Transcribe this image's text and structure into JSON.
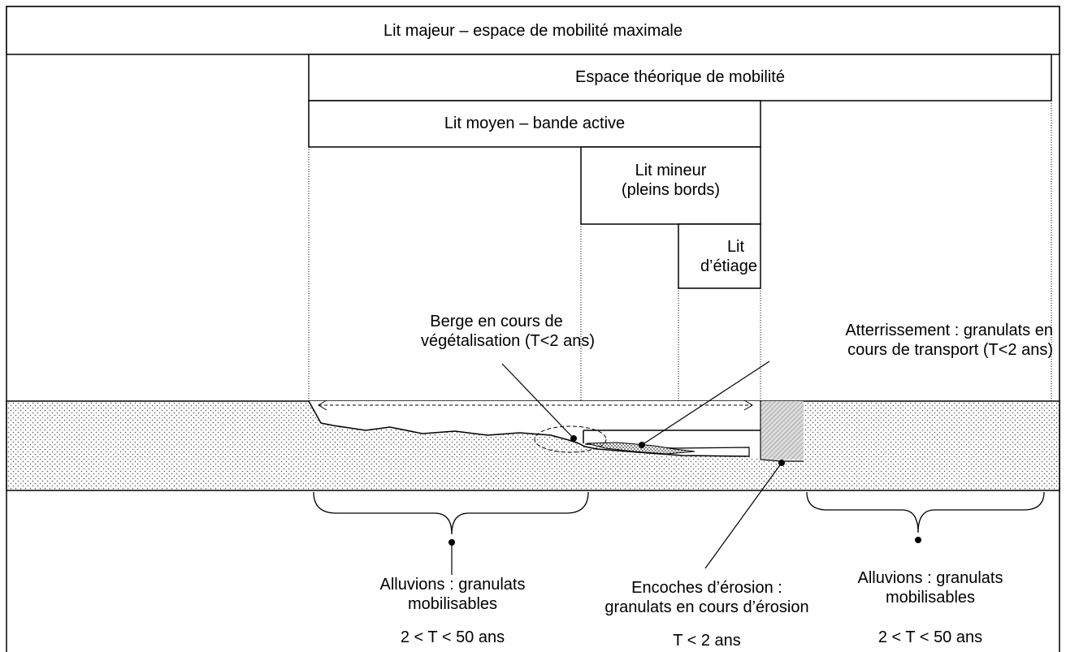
{
  "headers": {
    "lit_majeur": "Lit majeur – espace de mobilité maximale",
    "espace_theorique": "Espace théorique de mobilité",
    "lit_moyen": "Lit moyen – bande active",
    "lit_mineur_line1": "Lit mineur",
    "lit_mineur_line2": "(pleins bords)",
    "lit_etiage_line1": "Lit",
    "lit_etiage_line2": "d’étiage"
  },
  "callouts": {
    "berge_line1": "Berge en cours de",
    "berge_line2": "végétalisation (T<2 ans)",
    "atterrissement_line1": "Atterrissement : granulats en",
    "atterrissement_line2": "cours de transport (T<2 ans)"
  },
  "bottom": {
    "left_line1": "Alluvions : granulats",
    "left_line2": "mobilisables",
    "left_period": "2 < T < 50 ans",
    "center_line1": "Encoches d’érosion :",
    "center_line2": "granulats en cours d’érosion",
    "center_period": "T < 2 ans",
    "right_line1": "Alluvions : granulats",
    "right_line2": "mobilisables",
    "right_period": "2 < T < 50 ans"
  },
  "colors": {
    "line": "#000000",
    "alluvium_dots": "#555555",
    "hatch": "#888888"
  }
}
